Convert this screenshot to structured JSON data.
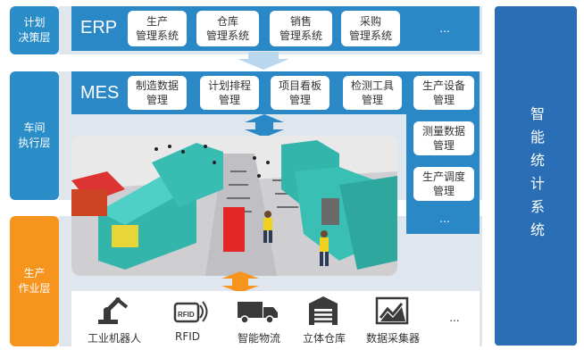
{
  "layers": {
    "plan": "计划\n决策层",
    "exec": "车间\n执行层",
    "work": "生产\n作业层"
  },
  "erp": {
    "title": "ERP",
    "items": [
      "生产\n管理系统",
      "仓库\n管理系统",
      "销售\n管理系统",
      "采购\n管理系统"
    ],
    "more": "..."
  },
  "mes": {
    "title": "MES",
    "items": [
      "制造数据\n管理",
      "计划排程\n管理",
      "项目看板\n管理",
      "检测工具\n管理",
      "生产设备\n管理"
    ],
    "side_items": [
      "测量数据\n管理",
      "生产调度\n管理"
    ],
    "more": "..."
  },
  "right_panel": {
    "text": "智能统计系统"
  },
  "bottom": {
    "items": [
      {
        "label": "工业机器人",
        "icon": "robot-arm-icon"
      },
      {
        "label": "RFID",
        "icon": "rfid-icon"
      },
      {
        "label": "智能物流",
        "icon": "truck-icon"
      },
      {
        "label": "立体仓库",
        "icon": "warehouse-icon"
      },
      {
        "label": "数据采集器",
        "icon": "data-collector-icon"
      }
    ],
    "more": "..."
  },
  "colors": {
    "band_blue": "#2b88c7",
    "right_blue": "#2a6fb5",
    "orange": "#f7941d",
    "arrow_light": "#b9d7ee",
    "factory_green": "#2bb9b0"
  }
}
